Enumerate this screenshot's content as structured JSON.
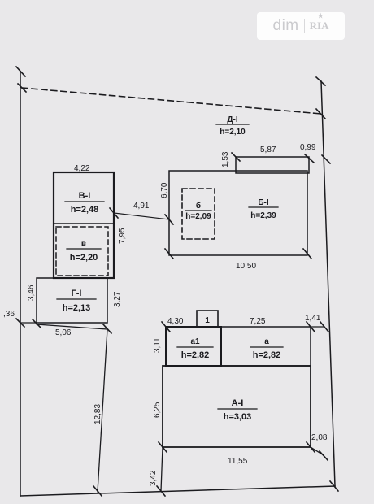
{
  "watermark": {
    "brand_left": "dim",
    "brand_right": "RIA"
  },
  "rooms": {
    "d1": {
      "name": "Д-I",
      "height": "h=2,10"
    },
    "b1": {
      "name": "Б-I",
      "height": "h=2,39"
    },
    "b_inner": {
      "name": "б",
      "height": "h=2,09"
    },
    "v1": {
      "name": "В-I",
      "height": "h=2,48"
    },
    "v_inner": {
      "name": "в",
      "height": "h=2,20"
    },
    "g1": {
      "name": "Г-I",
      "height": "h=2,13"
    },
    "a1_room": {
      "name": "а1",
      "height": "h=2,82"
    },
    "a_room": {
      "name": "а",
      "height": "h=2,82"
    },
    "a_main": {
      "name": "А-I",
      "height": "h=3,03"
    },
    "porch": {
      "name": "1"
    }
  },
  "dimensions": {
    "d_587": "5,87",
    "d_099": "0,99",
    "d_153": "1,53",
    "d_670": "6,70",
    "d_1050": "10,50",
    "d_491": "4,91",
    "d_422": "4,22",
    "d_795": "7,95",
    "d_346": "3,46",
    "d_327": "3,27",
    "d_036": ",36",
    "d_506": "5,06",
    "d_1283": "12,83",
    "d_430": "4,30",
    "d_725": "7,25",
    "d_141": "1,41",
    "d_311": "3,11",
    "d_625": "6,25",
    "d_208": "2,08",
    "d_1155": "11,55",
    "d_342": "3,42"
  }
}
